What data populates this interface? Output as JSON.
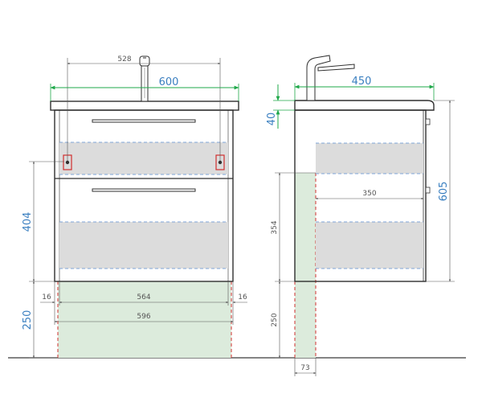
{
  "colors": {
    "outline": "#2f2f2f",
    "dimension_gray": "#555555",
    "dimension_green": "#1fa84a",
    "dimension_blue": "#3a7fc0",
    "drawer_fill": "#dcdcdc",
    "wall_zone_fill": "#dcebdc",
    "dashed_red": "#d0302f",
    "dashed_blue": "#5b8fd0",
    "mount_marker": "#d0302f"
  },
  "front_view": {
    "faucet_spacing_label": "528",
    "width_label": "600",
    "mount_height_label": "404",
    "floor_gap_label": "250",
    "left_side_label": "16",
    "right_side_label": "16",
    "inner_width_label": "564",
    "outer_width_label": "596",
    "icons": [
      "faucet-icon",
      "drawer-handle-icon",
      "mount-bracket-icon"
    ]
  },
  "side_view": {
    "depth_label": "450",
    "top_thickness_label": "40",
    "total_height_label": "605",
    "drawer_depth_label": "350",
    "body_height_label": "354",
    "floor_gap_label": "250",
    "wall_offset_label": "73",
    "icons": [
      "faucet-icon"
    ]
  }
}
